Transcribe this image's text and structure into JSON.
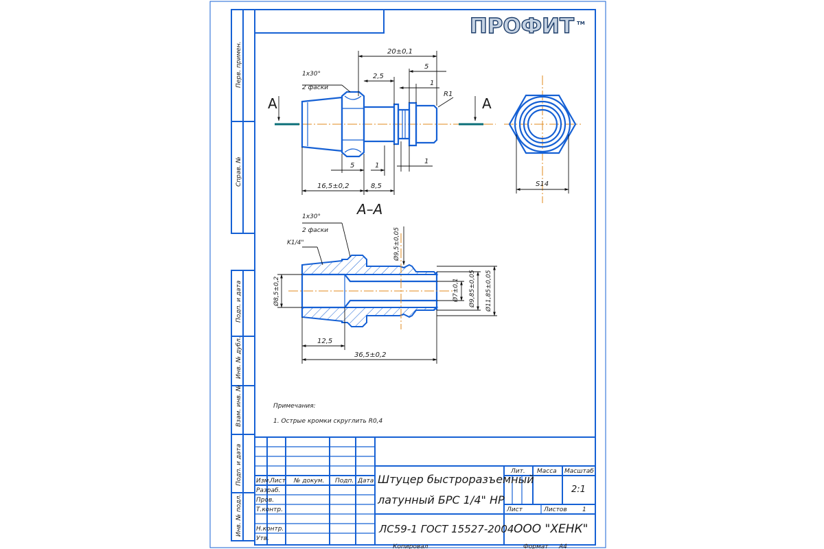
{
  "logo": {
    "text": "ПРОФИТ",
    "tm": "TM"
  },
  "side_labels": [
    "Перв. примен.",
    "Справ. №",
    "Подп. и дата",
    "Инв. № дубл.",
    "Взам. инв. №",
    "Подп. и дата",
    "Инв. № подл."
  ],
  "section_marker": "А",
  "section_title": "А–А",
  "dimensions": {
    "d_20": "20±0,1",
    "d_5_top": "5",
    "d_25": "2,5",
    "d_1_top": "1",
    "chamfer_top": "1x30°",
    "chamfer_note_top": "2 фаски",
    "radius": "R1",
    "d_5_bottom": "5",
    "d_1_bottom_a": "1",
    "d_1_bottom_b": "1",
    "d_165": "16,5±0,2",
    "d_85": "8,5",
    "s14": "S14",
    "chamfer_sec": "1x30°",
    "chamfer_note_sec": "2 фаски",
    "thread": "K1/4\"",
    "d_95": "Ø9,5±0,05",
    "d_85dia": "Ø8,5±0,2",
    "d_7": "Ø7±0,1",
    "d_985": "Ø9,85±0,05",
    "d_1185": "Ø11,85±0,05",
    "d_125": "12,5",
    "d_365": "36,5±0,2"
  },
  "notes": {
    "heading": "Примечания:",
    "line1": "1. Острые кромки скруглить R0,4"
  },
  "title_block": {
    "headers": [
      "Изм.",
      "Лист",
      "№ докум.",
      "Подп.",
      "Дата"
    ],
    "roles": [
      "Разраб.",
      "Пров.",
      "Т.контр.",
      "",
      "Н.контр.",
      "Утв."
    ],
    "name_line1": "Штуцер быстроразъемный",
    "name_line2": "латунный БРС 1/4\" НР",
    "lit_label": "Лит.",
    "mass_label": "Масса",
    "scale_label": "Масштаб",
    "scale_value": "2:1",
    "sheet_label": "Лист",
    "sheets_label": "Листов",
    "sheets_value": "1",
    "material": "ЛС59-1 ГОСТ 15527-2004",
    "company": "ООО \"ХЕНК\"",
    "copied": "Копировал",
    "format_label": "Формат",
    "format_value": "А4"
  }
}
